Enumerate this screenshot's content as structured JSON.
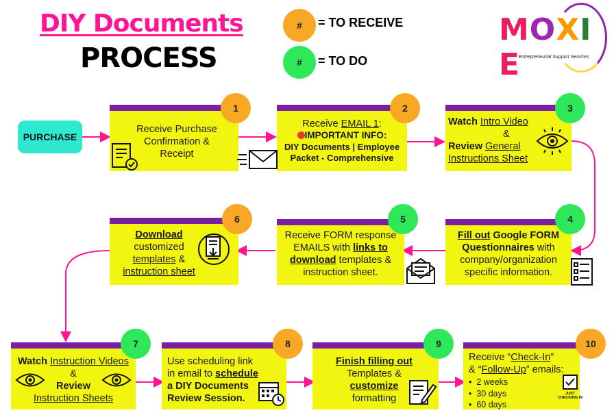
{
  "header": {
    "title_line1": "DIY Documents",
    "title_line2": "PROCESS"
  },
  "legend": {
    "receive_symbol": "#",
    "receive_label": "= TO RECEIVE",
    "todo_symbol": "#",
    "todo_label": "= TO DO",
    "receive_color": "#f9a825",
    "todo_color": "#2ee85a"
  },
  "logo": {
    "letters": [
      "M",
      "O",
      "X",
      "I",
      "E"
    ],
    "subtitle": "Entrepreneurial Support Services"
  },
  "start": {
    "label": "PURCHASE"
  },
  "steps": [
    {
      "num": "1",
      "type": "receive",
      "lines": [
        "Receive Purchase",
        "Confirmation &",
        "Receipt"
      ],
      "icon": "receipt-icon"
    },
    {
      "num": "2",
      "type": "receive",
      "l1a": "Receive ",
      "l1b": "EMAIL 1",
      "l1c": ":",
      "l2": "IMPORTANT INFO:",
      "l3": "DIY Documents | Employee",
      "l4": "Packet - Comprehensive",
      "icon": "email-icon"
    },
    {
      "num": "3",
      "type": "todo",
      "l1a": "Watch",
      "l1b": "Intro Video",
      "l2": "&",
      "l3a": "Review",
      "l3b": "General",
      "l4": "Instructions Sheet",
      "icon": "eye-icon"
    },
    {
      "num": "4",
      "type": "todo",
      "l1a": "Fill out",
      "l1b": " Google FORM",
      "l2": "Questionnaires",
      "l2b": " with",
      "l3": "company/organization",
      "l4": "specific information.",
      "icon": "form-icon"
    },
    {
      "num": "5",
      "type": "todo",
      "l1": "Receive FORM response",
      "l2a": "EMAILS with ",
      "l2b": "links to",
      "l3a": "download",
      "l3b": " templates &",
      "l4": "instruction sheet.",
      "icon": "envelope-icon"
    },
    {
      "num": "6",
      "type": "receive",
      "l1": "Download",
      "l2": "customized",
      "l3a": "templates",
      "l3b": " &",
      "l4": "instruction sheet",
      "icon": "download-document-icon"
    },
    {
      "num": "7",
      "type": "todo",
      "l1a": "Watch",
      "l1b": "Instruction Videos",
      "l2": "&",
      "l3": "Review",
      "l4": "Instruction Sheets",
      "icon": "eye-icon"
    },
    {
      "num": "8",
      "type": "receive",
      "l1": "Use scheduling link",
      "l2a": "in email to ",
      "l2b": "schedule",
      "l3": "a DIY Documents",
      "l4": "Review Session.",
      "icon": "calendar-icon"
    },
    {
      "num": "9",
      "type": "todo",
      "l1": "Finish filling out",
      "l2": "Templates &",
      "l3": "customize",
      "l4": "formatting",
      "icon": "edit-document-icon"
    },
    {
      "num": "10",
      "type": "receive",
      "l1a": "Receive “",
      "l1b": "Check-In",
      "l1c": "”",
      "l2a": "& “",
      "l2b": "Follow-Up",
      "l2c": "” emails:",
      "bullets": [
        "2 weeks",
        "30 days",
        "60 days"
      ],
      "badge": "JUST CHECKING IN",
      "icon": "checkin-icon"
    }
  ],
  "colors": {
    "box": "#f2f50f",
    "box_top": "#7b1fa2",
    "arrow": "#ff1493",
    "title": "#ff1493",
    "start": "#2ee8d0"
  }
}
